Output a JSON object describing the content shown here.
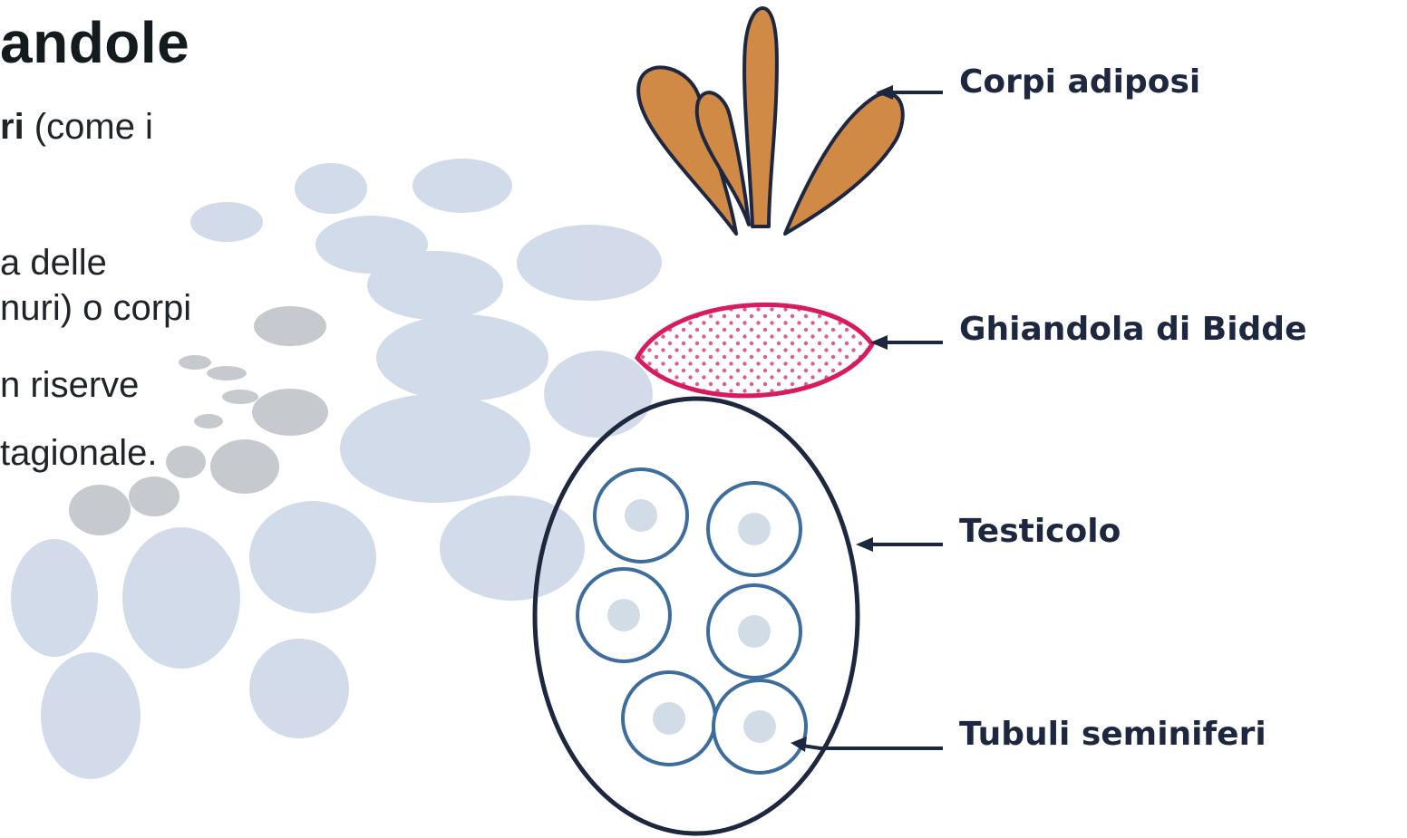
{
  "slide": {
    "title_fragment": "andole",
    "text_lines": [
      {
        "bold": "ri",
        "rest": " (come i"
      },
      {
        "bold": "",
        "rest": "a delle"
      },
      {
        "bold": "",
        "rest": "nuri) o corpi"
      },
      {
        "bold": "",
        "rest": "n riserve"
      },
      {
        "bold": "",
        "rest": "tagionale."
      }
    ]
  },
  "diagram": {
    "labels": {
      "fat_bodies": "Corpi adiposi",
      "bidder_gland": "Ghiandola di Bidde",
      "testis": "Testicolo",
      "seminiferous_tubules": "Tubuli seminiferi"
    },
    "colors": {
      "fat_bodies_fill": "#d08a45",
      "outline": "#1e2740",
      "bidder_stroke": "#d81b60",
      "bidder_dots": "#e25b8f",
      "tubule_stroke": "#3c6d9c",
      "tubule_center": "#d2dce6",
      "decor_blue": "#cbd5e7",
      "decor_gray": "#b8bcc2"
    }
  }
}
